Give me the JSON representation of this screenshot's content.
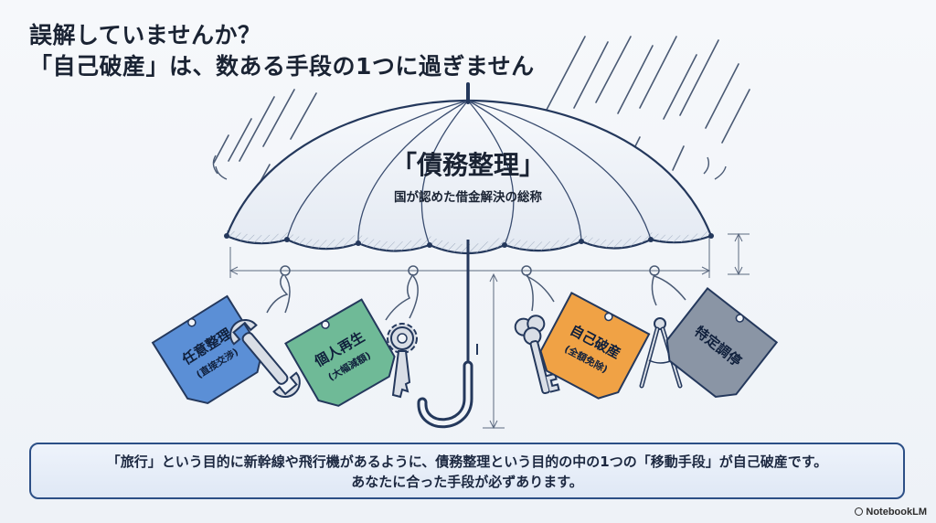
{
  "heading": {
    "line1": "誤解していませんか？",
    "line2": "「自己破産」は、数ある手段の1つに過ぎません"
  },
  "umbrella": {
    "title": "「債務整理」",
    "subtitle": "国が認めた借金解決の総称"
  },
  "tags": [
    {
      "label": "任意整理",
      "sub": "(直接交渉)",
      "color": "#5b8fd6",
      "tool": "wrench-icon"
    },
    {
      "label": "個人再生",
      "sub": "(大幅減額)",
      "color": "#6fba97",
      "tool": "gear-key-icon"
    },
    {
      "label": "自己破産",
      "sub": "(全額免除)",
      "color": "#f0a245",
      "tool": "key-icon"
    },
    {
      "label": "特定調停",
      "sub": "",
      "color": "#8a95a5",
      "tool": "compass-icon"
    }
  ],
  "caption": {
    "line1": "「旅行」という目的に新幹線や飛行機があるように、債務整理という目的の中の1つの「移動手段」が自己破産です。",
    "line2": "あなたに合った手段が必ずあります。"
  },
  "brand": "NotebookLM"
}
